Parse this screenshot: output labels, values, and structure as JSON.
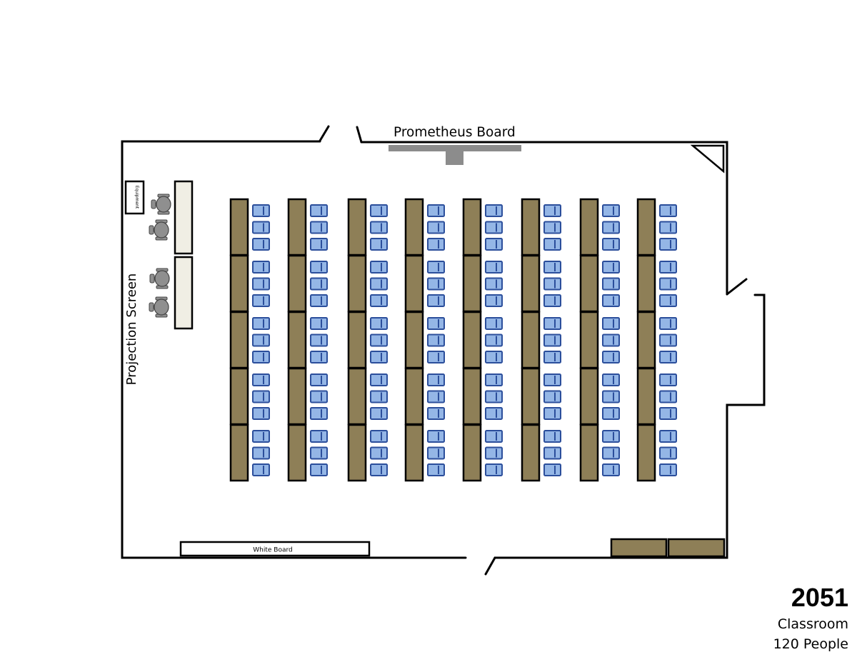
{
  "labels": {
    "prometheus_board": "Prometheus Board",
    "projection_screen": "Projection Screen",
    "white_board": "White Board",
    "equipment": "Equipment"
  },
  "room": {
    "number": "2051",
    "type": "Classroom",
    "capacity": "120 People"
  },
  "colors": {
    "table_fill": "#8e7f57",
    "seat_fill": "#94b6e6",
    "seat_stroke": "#2b4e9b",
    "board_gray": "#8c8c8c",
    "panel_fill": "#f0eee4",
    "chair_gray": "#8f8f8f",
    "wall": "#000000"
  },
  "layout": {
    "table_columns": 8,
    "tables_per_column": 5,
    "seats_per_table": 3,
    "presenter_chairs": 4
  }
}
